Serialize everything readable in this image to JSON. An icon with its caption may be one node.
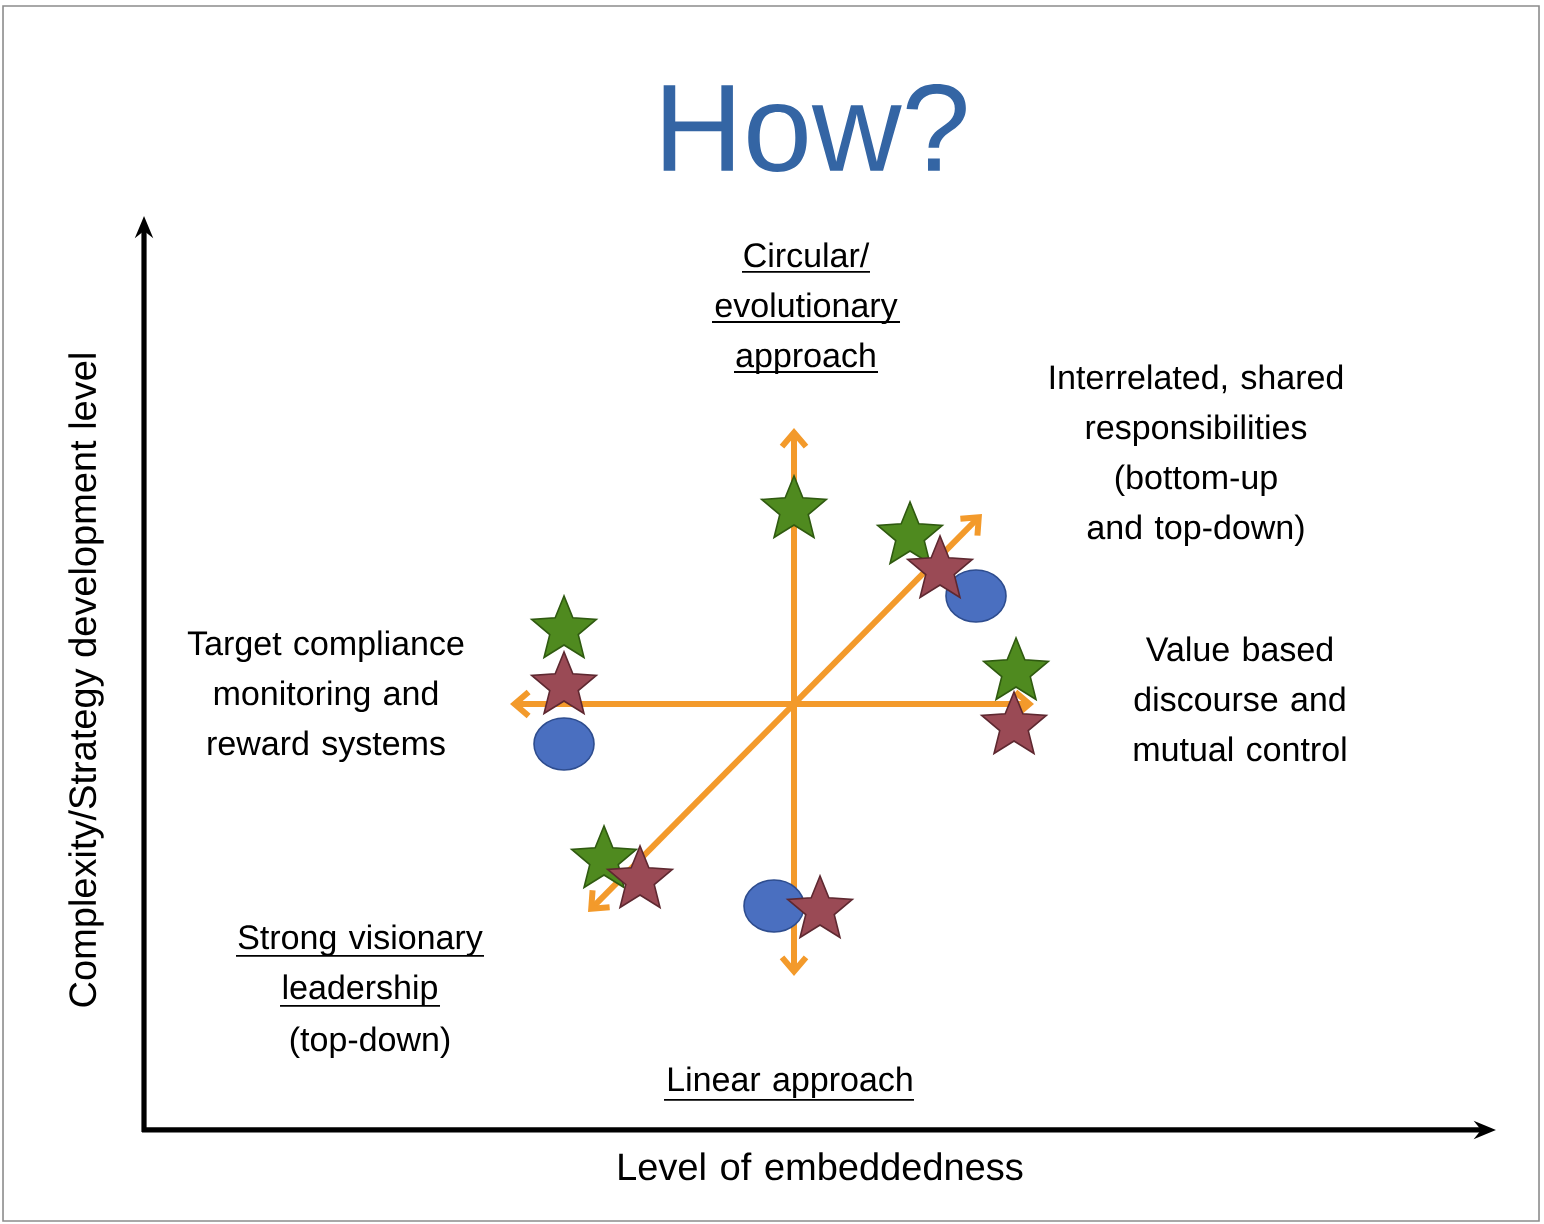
{
  "diagram": {
    "title": "How?",
    "labels": [
      "Circular/ evolutionary approach",
      "Interrelated, shared responsibilities (bottom-up and top-down)",
      "Target compliance monitoring and reward systems",
      "Value based discourse and mutual control",
      "Strong visionary leadership",
      "(top-down)",
      "Linear approach",
      "Complexity/Strategy development level",
      "Level of embeddedness"
    ]
  }
}
